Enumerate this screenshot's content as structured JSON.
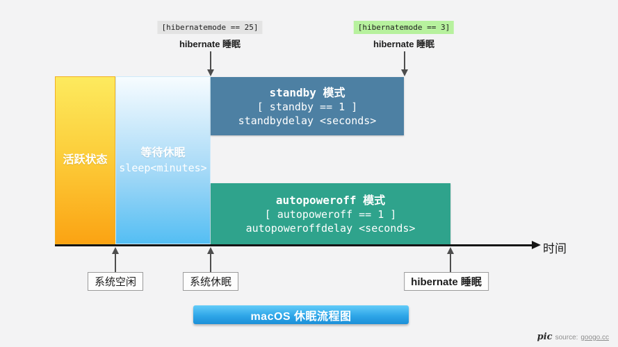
{
  "annotations": {
    "left": {
      "condition": "[hibernatemode == 25]",
      "label": "hibernate 睡眠"
    },
    "right": {
      "condition": "[hibernatemode == 3]",
      "label": "hibernate 睡眠"
    }
  },
  "blocks": {
    "active": {
      "label": "活跃状态"
    },
    "waiting": {
      "label": "等待休眠",
      "code": "sleep<minutes>"
    },
    "standby": {
      "title": "standby 模式",
      "condition": "[ standby == 1 ]",
      "delay": "standbydelay <seconds>"
    },
    "autopoweroff": {
      "title": "autopoweroff 模式",
      "condition": "[ autopoweroff == 1 ]",
      "delay": "autopoweroffdelay <seconds>"
    }
  },
  "axis": {
    "label": "时间"
  },
  "markers": [
    {
      "label": "系统空闲"
    },
    {
      "label": "系统休眠"
    },
    {
      "label": "hibernate 睡眠"
    }
  ],
  "banner": {
    "title": "macOS 休眠流程图"
  },
  "source": {
    "prefix": "pic",
    "label": "source:",
    "link": "googo.cc"
  },
  "colors": {
    "background": "#f3f3f4",
    "condition_left_bg": "#e3e3e3",
    "condition_right_bg": "#b7f19e",
    "active_gradient_top": "#fdea5e",
    "active_gradient_bottom": "#fba313",
    "waiting_gradient_top": "#f7fcff",
    "waiting_gradient_bottom": "#54bef3",
    "standby_bg": "#4d80a3",
    "autopoweroff_bg": "#2fa38c",
    "banner_gradient_top": "#63ccf9",
    "banner_gradient_bottom": "#1b8fd8",
    "arrow_gray": "#4d4d4d",
    "axis_black": "#151515"
  }
}
